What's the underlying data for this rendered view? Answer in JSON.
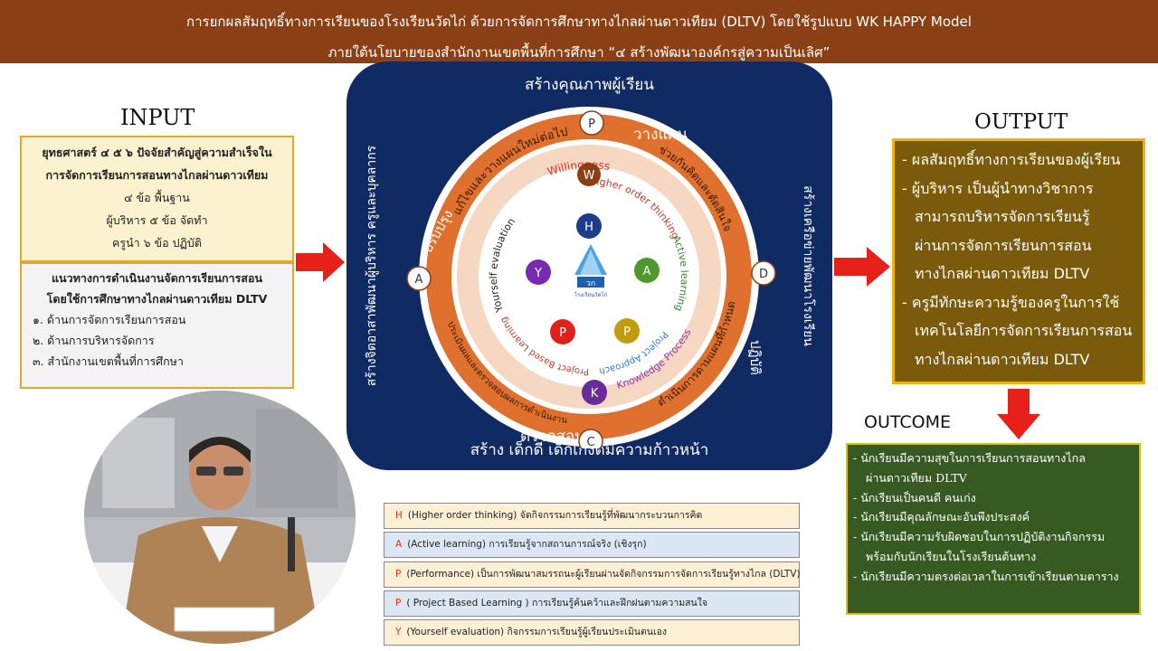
{
  "header": {
    "line1": "การยกผลสัมฤทธิ์ทางการเรียนของโรงเรียนวัดไก่ ด้วยการจัดการศึกษาทางไกลผ่านดาวเทียม (DLTV) โดยใช้รูปแบบ WK HAPPY Model",
    "line2": "ภายใต้นโยบายของสำนักงานเขตพื้นที่การศึกษา “๔ สร้างพัฒนาองค์กรสู่ความเป็นเลิศ”"
  },
  "input": {
    "title": "INPUT",
    "strategy": {
      "line1": "ยุทธศาสตร์ ๔ ๕ ๖ ปัจจัยสำคัญสู่ความสำเร็จใน",
      "line2": "การจัดการเรียนการสอนทางไกลผ่านดาวเทียม",
      "line3": "๔ ข้อ พื้นฐาน",
      "line4": "ผู้บริหาร ๕ ข้อ จัดทำ",
      "line5": "ครูนำ ๖ ข้อ ปฏิบัติ"
    },
    "guideline": {
      "line1": "แนวทางการดำเนินงานจัดการเรียนการสอน",
      "line2": "โดยใช้การศึกษาทางไกลผ่านดาวเทียม DLTV",
      "items": [
        "๑. ด้านการจัดการเรียนการสอน",
        "๒. ด้านการบริหารจัดการ",
        "๓. สำนักงานเขตพื้นที่การศึกษา"
      ]
    }
  },
  "center": {
    "top": "สร้างคุณภาพผู้เรียน",
    "bottom": "สร้าง เด็กดี เด็กเก่งดีมีความก้าวหน้า",
    "left": "สร้างจิตอาสาพัฒนาผู้บริหาร ครูและบุคลากร",
    "right": "สร้างเครือข่ายพัฒนาโรงเรียน",
    "ring": {
      "letters": [
        "P",
        "D",
        "C",
        "A"
      ],
      "thai": [
        "วางแผน",
        "ปฏิบัติ",
        "ตรวจสอบ",
        "ปรับปรุง"
      ],
      "outer_texts": [
        "แก้ไขและวางแผนใหม่ต่อไป",
        "ช่วยกันคิดและตัดสินใจ",
        "ดำเนินการตามแผนที่กำหนด",
        "ประเมินผลและตรวจสอบผลการดำเนินงาน"
      ]
    },
    "wheel": {
      "words": [
        "Willingness",
        "Higher order thinking",
        "Active learning",
        "Project Approach",
        "Knowledge Process",
        "Project Based Learning",
        "Yourself evaluation"
      ],
      "letters": {
        "W": "W",
        "H": "H",
        "A": "A",
        "P1": "P",
        "P2": "P",
        "Y": "Y",
        "K": "K"
      },
      "logo": "วก",
      "logo_caption": "โรงเรียนวัดไก่"
    }
  },
  "happy": [
    {
      "letter": "H",
      "text": "(Higher order thinking) จัดกิจกรรมการเรียนรู้ที่พัฒนากระบวนการคิด"
    },
    {
      "letter": "A",
      "text": "(Active learning) การเรียนรู้จากสถานการณ์จริง (เชิงรุก)"
    },
    {
      "letter": "P",
      "text": "(Performance) เป็นการพัฒนาสมรรถนะผู้เรียนผ่านจัดกิจกรรมการจัดการเรียนรู้ทางไกล (DLTV)"
    },
    {
      "letter": "P",
      "text": "( Project Based Learning ) การเรียนรู้ค้นคว้าและฝึกฝนตามความสนใจ"
    },
    {
      "letter": "Y",
      "text": "(Yourself evaluation) กิจกรรมการเรียนรู้ผู้เรียนประเมินตนเอง"
    }
  ],
  "output": {
    "title": "OUTPUT",
    "lines": [
      "- ผลสัมฤทธิ์ทางการเรียนของผู้เรียน",
      "- ผู้บริหาร เป็นผู้นำทางวิชาการ",
      "สามารถบริหารจัดการเรียนรู้",
      "ผ่านการจัดการเรียนการสอน",
      "ทางไกลผ่านดาวเทียม DLTV",
      "- ครูมีทักษะความรู้ของครูในการใช้",
      "เทคโนโลยีการจัดการเรียนการสอน",
      "ทางไกลผ่านดาวเทียม DLTV"
    ]
  },
  "outcome": {
    "title": "OUTCOME",
    "lines": [
      "- นักเรียนมีความสุขในการเรียนการสอนทางไกล",
      "ผ่านดาวเทียม DLTV",
      "- นักเรียนเป็นคนดี คนเก่ง",
      "- นักเรียนมีคุณลักษณะอันพึงประสงค์",
      "- นักเรียนมีความรับผิดชอบในการปฏิบัติงานกิจกรรม",
      "พร้อมกับนักเรียนในโรงเรียนต้นทาง",
      "- นักเรียนมีความตรงต่อเวลาในการเข้าเรียนตามตาราง"
    ]
  },
  "colors": {
    "header": "#8a4014",
    "panel": "#102a63",
    "ring": "#e0702e",
    "arrow": "#e8201a",
    "output_bg": "#7a5a0b",
    "outcome_bg": "#375a23"
  }
}
